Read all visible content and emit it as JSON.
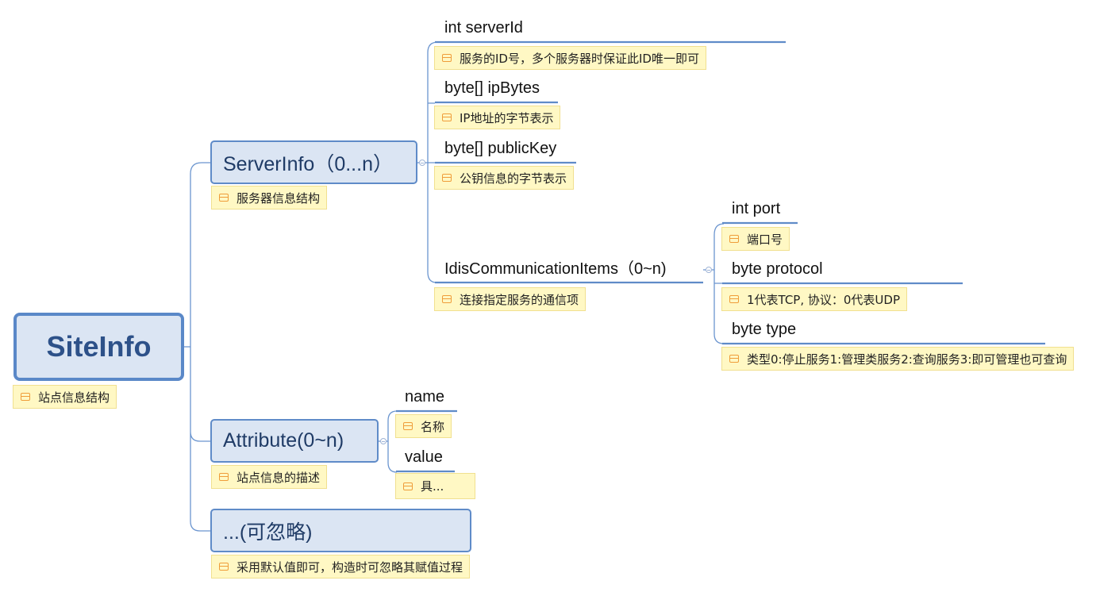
{
  "root": {
    "title": "SiteInfo",
    "note": "站点信息结构"
  },
  "server_info": {
    "title": "ServerInfo（0...n）",
    "note": "服务器信息结构",
    "children": [
      {
        "name": "int serverId",
        "note": "服务的ID号，多个服务器时保证此ID唯一即可"
      },
      {
        "name": "byte[] ipBytes",
        "note": "IP地址的字节表示"
      },
      {
        "name": "byte[] publicKey",
        "note": "公钥信息的字节表示"
      },
      {
        "name": "IdisCommunicationItems（0~n)",
        "note": "连接指定服务的通信项"
      }
    ],
    "communication_items": [
      {
        "name": "int port",
        "note": "端口号"
      },
      {
        "name": "byte protocol",
        "note": "1代表TCP, 协议：0代表UDP"
      },
      {
        "name": "byte type",
        "note": "类型0:停止服务1:管理类服务2:查询服务3:即可管理也可查询"
      }
    ]
  },
  "attribute": {
    "title": "Attribute(0~n)",
    "note": "站点信息的描述",
    "children": [
      {
        "name": "name",
        "note": "名称"
      },
      {
        "name": "value",
        "note": "具..."
      }
    ]
  },
  "ignorable": {
    "title": "...(可忽略)",
    "note": "采用默认值即可，构造时可忽略其赋值过程"
  },
  "colors": {
    "branch_fill": "#dbe5f3",
    "branch_border": "#5f8bc8",
    "note_fill": "#fff8c4",
    "note_icon": "#ef9d3a",
    "connector": "#5f8bc8"
  }
}
